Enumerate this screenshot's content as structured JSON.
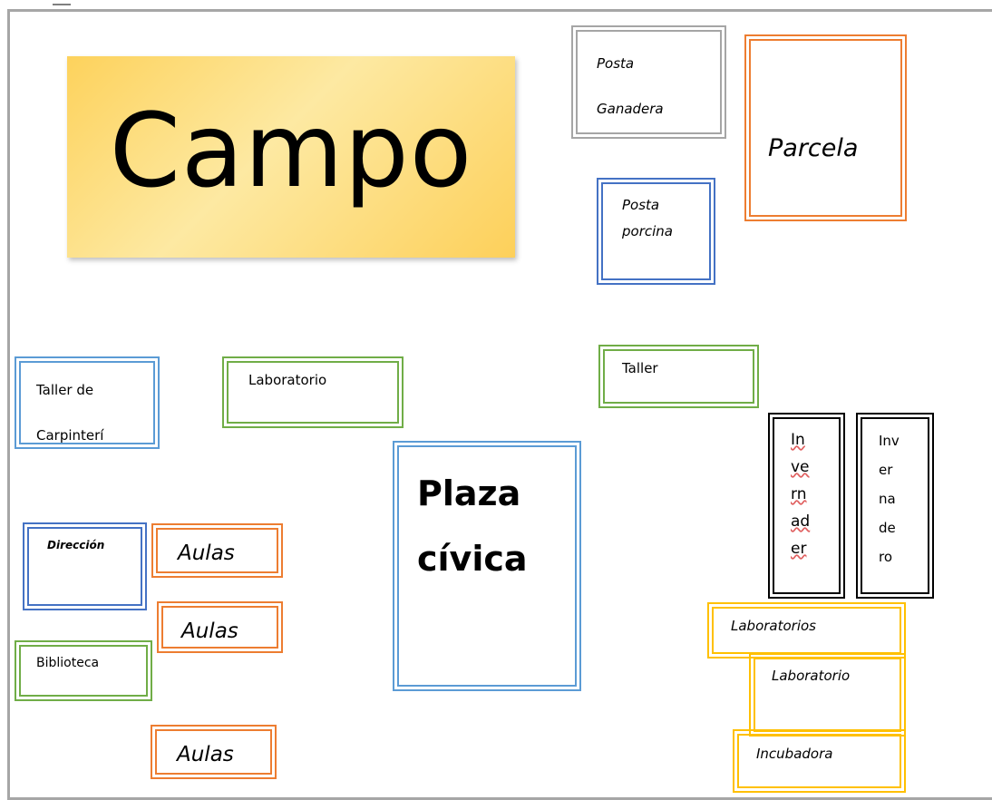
{
  "title": "Campo",
  "colors": {
    "frame": "#a6a6a6",
    "blue": "#5b9bd5",
    "dark_blue": "#4472c4",
    "green": "#70ad47",
    "orange": "#ed7d31",
    "gray": "#a5a5a5",
    "yellow": "#ffc000",
    "black": "#000000",
    "title_fill": "#fdd25c"
  },
  "areas": {
    "posta_ganadera": [
      "Posta",
      "Ganadera"
    ],
    "parcela": "Parcela",
    "posta_porcina": [
      "Posta",
      "porcina"
    ],
    "taller_carpinteria": [
      "Taller de",
      "Carpinterí"
    ],
    "laboratorio": "Laboratorio",
    "taller": "Taller",
    "plaza_civica": [
      "Plaza",
      "cívica"
    ],
    "invernadero_1": [
      "In",
      "ve",
      "rn",
      "ad",
      "er"
    ],
    "invernadero_2": [
      "Inv",
      "er",
      "na",
      "de",
      "ro"
    ],
    "direccion": "Dirección",
    "aulas_1": "Aulas",
    "aulas_2": "Aulas",
    "aulas_3": "Aulas",
    "biblioteca": "Biblioteca",
    "laboratorios": "Laboratorios",
    "laboratorio_2": "Laboratorio",
    "incubadora": "Incubadora"
  }
}
